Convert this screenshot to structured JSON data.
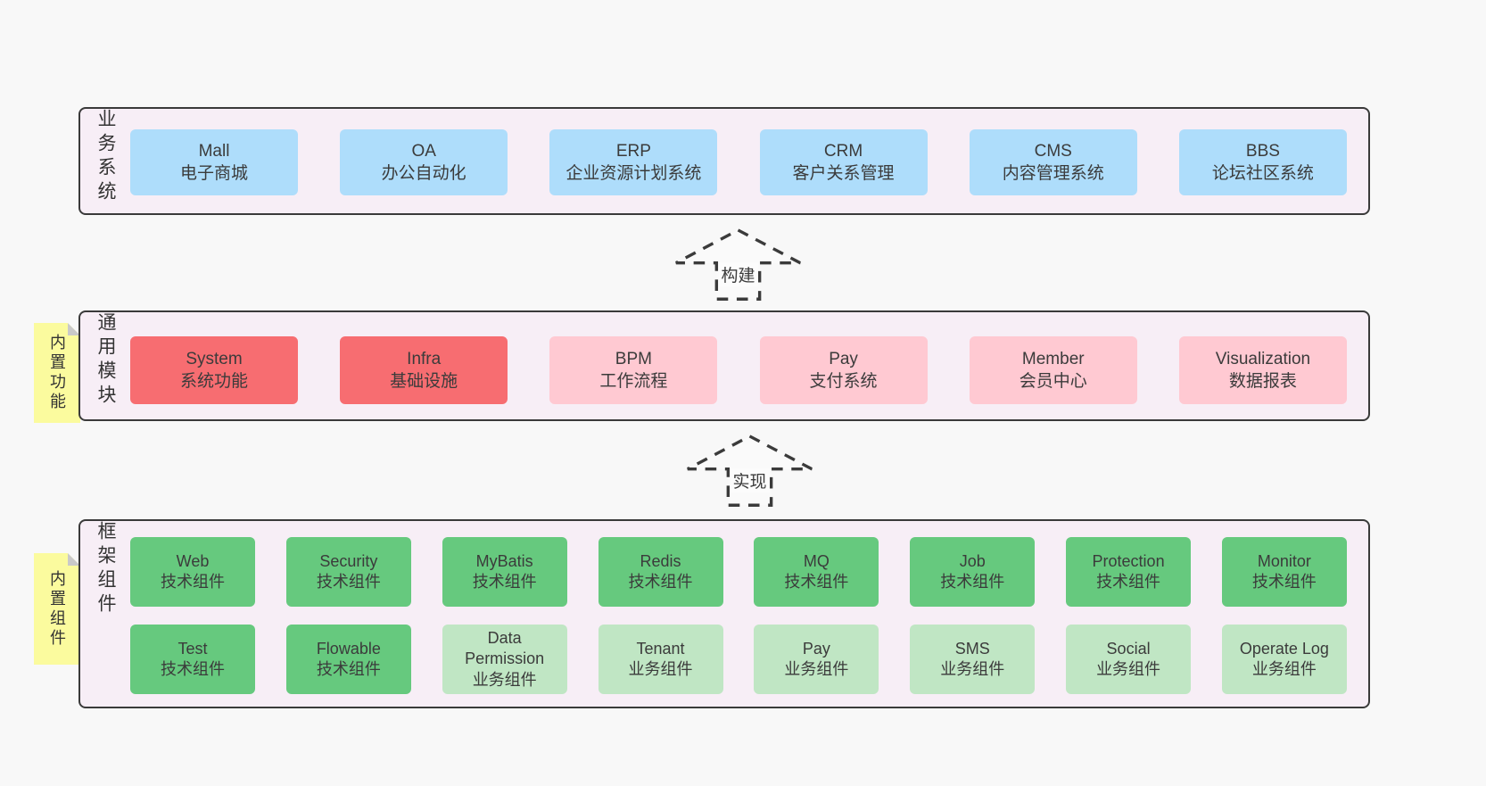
{
  "colors": {
    "page_bg": "#f8f8f8",
    "layer_bg": "#f7eef6",
    "layer_border": "#3a3a3a",
    "business_box": "#aeddfb",
    "module_core_box": "#f76d71",
    "module_box": "#ffc9d2",
    "tech_component_box": "#66c97e",
    "biz_component_box": "#c0e6c4",
    "sticky_note": "#fbfb9e",
    "note_fold": "#c9c9c9",
    "text": "#3b3b3b"
  },
  "layers": {
    "business": {
      "label": "业务系统",
      "boxes": [
        {
          "title": "Mall",
          "subtitle": "电子商城",
          "variant": "blue"
        },
        {
          "title": "OA",
          "subtitle": "办公自动化",
          "variant": "blue"
        },
        {
          "title": "ERP",
          "subtitle": "企业资源计划系统",
          "variant": "blue"
        },
        {
          "title": "CRM",
          "subtitle": "客户关系管理",
          "variant": "blue"
        },
        {
          "title": "CMS",
          "subtitle": "内容管理系统",
          "variant": "blue"
        },
        {
          "title": "BBS",
          "subtitle": "论坛社区系统",
          "variant": "blue"
        }
      ]
    },
    "modules": {
      "label": "通用模块",
      "note": "内置功能",
      "boxes": [
        {
          "title": "System",
          "subtitle": "系统功能",
          "variant": "red"
        },
        {
          "title": "Infra",
          "subtitle": "基础设施",
          "variant": "red"
        },
        {
          "title": "BPM",
          "subtitle": "工作流程",
          "variant": "pink"
        },
        {
          "title": "Pay",
          "subtitle": "支付系统",
          "variant": "pink"
        },
        {
          "title": "Member",
          "subtitle": "会员中心",
          "variant": "pink"
        },
        {
          "title": "Visualization",
          "subtitle": "数据报表",
          "variant": "pink"
        }
      ]
    },
    "components": {
      "label": "框架组件",
      "note": "内置组件",
      "rows": [
        [
          {
            "title": "Web",
            "subtitle": "技术组件",
            "variant": "green"
          },
          {
            "title": "Security",
            "subtitle": "技术组件",
            "variant": "green"
          },
          {
            "title": "MyBatis",
            "subtitle": "技术组件",
            "variant": "green"
          },
          {
            "title": "Redis",
            "subtitle": "技术组件",
            "variant": "green"
          },
          {
            "title": "MQ",
            "subtitle": "技术组件",
            "variant": "green"
          },
          {
            "title": "Job",
            "subtitle": "技术组件",
            "variant": "green"
          },
          {
            "title": "Protection",
            "subtitle": "技术组件",
            "variant": "green"
          },
          {
            "title": "Monitor",
            "subtitle": "技术组件",
            "variant": "green"
          }
        ],
        [
          {
            "title": "Test",
            "subtitle": "技术组件",
            "variant": "green"
          },
          {
            "title": "Flowable",
            "subtitle": "技术组件",
            "variant": "green"
          },
          {
            "title": "Data Permission",
            "subtitle": "业务组件",
            "variant": "lgreen"
          },
          {
            "title": "Tenant",
            "subtitle": "业务组件",
            "variant": "lgreen"
          },
          {
            "title": "Pay",
            "subtitle": "业务组件",
            "variant": "lgreen"
          },
          {
            "title": "SMS",
            "subtitle": "业务组件",
            "variant": "lgreen"
          },
          {
            "title": "Social",
            "subtitle": "业务组件",
            "variant": "lgreen"
          },
          {
            "title": "Operate Log",
            "subtitle": "业务组件",
            "variant": "lgreen"
          }
        ]
      ]
    }
  },
  "arrows": [
    {
      "label": "构建"
    },
    {
      "label": "实现"
    }
  ]
}
